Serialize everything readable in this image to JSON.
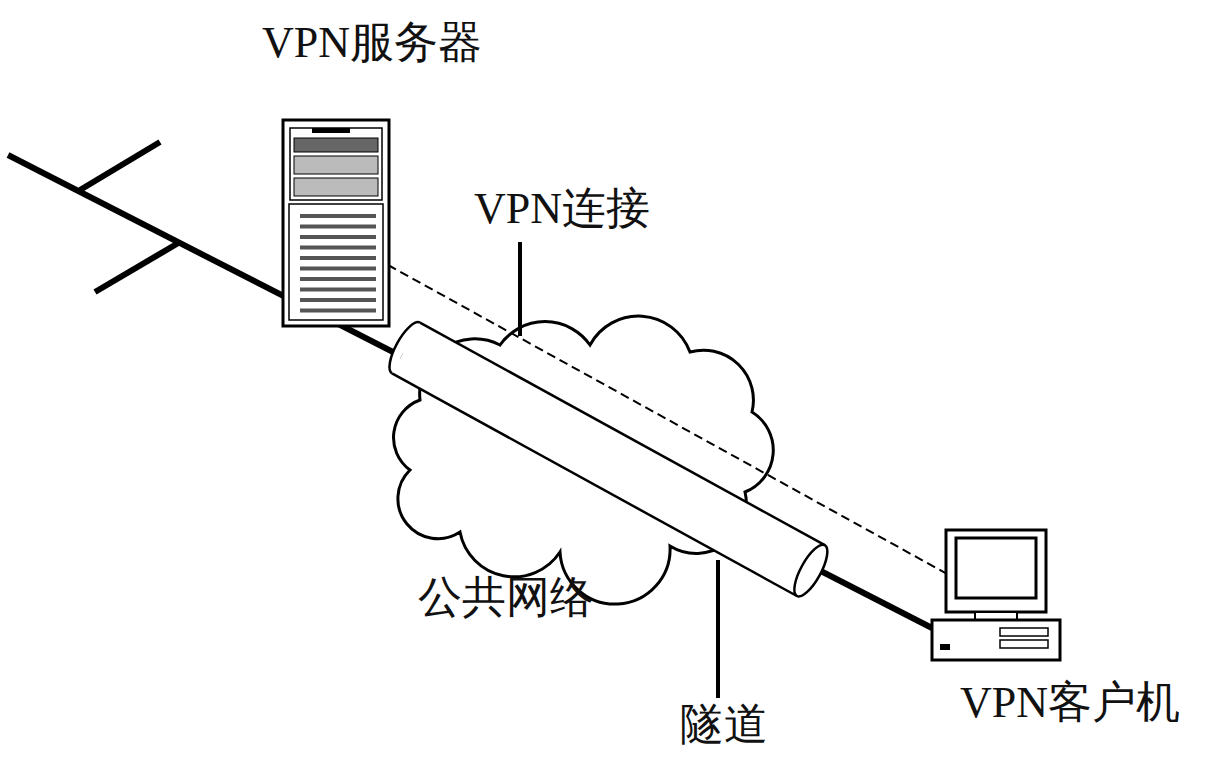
{
  "diagram": {
    "labels": [
      "VPN服务器",
      "VPN连接",
      "公共网络",
      "隧道",
      "VPN客户机"
    ]
  }
}
